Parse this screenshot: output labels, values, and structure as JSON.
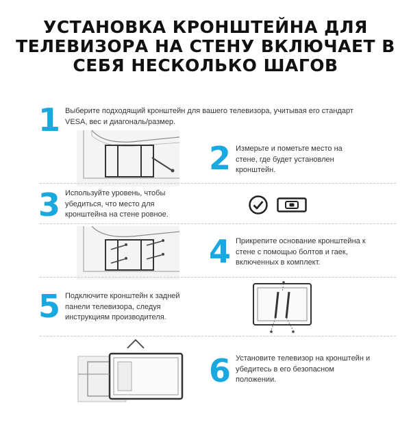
{
  "title": {
    "line1": "УСТАНОВКА КРОНШТЕЙНА ДЛЯ",
    "line2": "ТЕЛЕВИЗОРА НА СТЕНУ ВКЛЮЧАЕТ В",
    "line3": "СЕБЯ НЕСКОЛЬКО ШАГОВ"
  },
  "accent_color": "#1aa8e0",
  "steps": [
    {
      "number": "1",
      "text": "Выберите подходящий кронштейн для вашего телевизора, учитывая его стандарт VESA, вес и диагональ/размер."
    },
    {
      "number": "2",
      "text": "Измерьте и пометьте место на стене, где будет установлен кронштейн."
    },
    {
      "number": "3",
      "text": "Используйте уровень, чтобы убедиться, что место для кронштейна на стене ровное."
    },
    {
      "number": "4",
      "text": "Прикрепите основание кронштейна к стене с помощью болтов и гаек, включенных в комплект."
    },
    {
      "number": "5",
      "text": "Подключите кронштейн к задней панели телевизора, следуя инструкциям производителя."
    },
    {
      "number": "6",
      "text": "Установите телевизор на кронштейн и убедитесь в его безопасном положении."
    }
  ],
  "icons": [
    "checkmark-circle-icon",
    "spirit-level-icon"
  ]
}
